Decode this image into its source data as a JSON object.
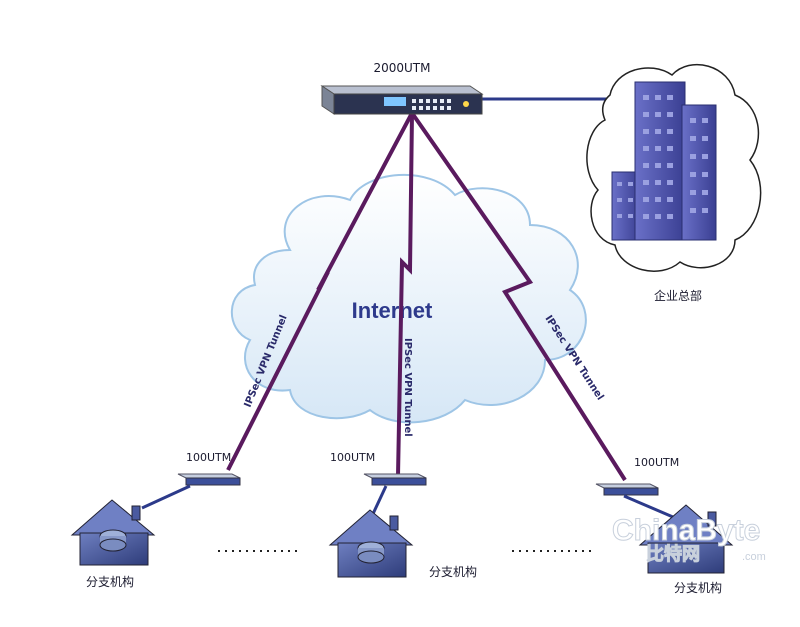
{
  "hq_device_label": "2000UTM",
  "hq_label": "企业总部",
  "cloud_label": "Internet",
  "tunnel_label": "IPSec VPN Tunnel",
  "branches": [
    {
      "device_label": "100UTM",
      "label": "分支机构"
    },
    {
      "device_label": "100UTM",
      "label": "分支机构"
    },
    {
      "device_label": "100UTM",
      "label": "分支机构"
    }
  ],
  "watermark": {
    "brand": "ChinaByte",
    "cn": "比特网",
    "domain": ".com"
  },
  "colors": {
    "tunnel_line": "#5a1a5e",
    "cloud_fill": "#e9f3fb",
    "cloud_edge": "#9ec5e6",
    "building": "#4a4fa8",
    "house": "#3b4a8a",
    "link_line": "#2c3a8a"
  }
}
